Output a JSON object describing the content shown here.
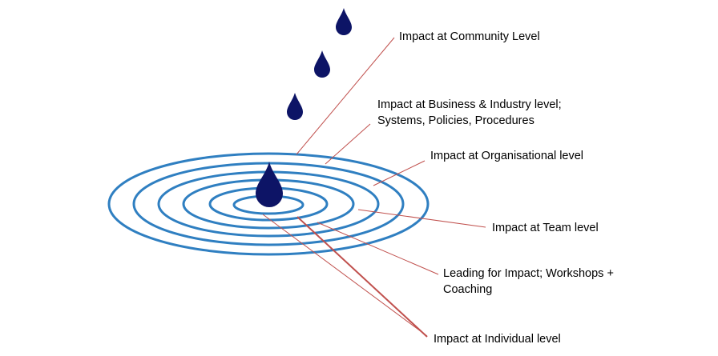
{
  "labels": {
    "community": "Impact at Community Level",
    "business_line1": "Impact at Business & Industry level;",
    "business_line2": "Systems, Policies, Procedures",
    "organisational": "Impact at Organisational level",
    "team": "Impact at Team level",
    "leading_line1": "Leading for Impact; Workshops +",
    "leading_line2": "Coaching",
    "individual": "Impact at Individual level"
  },
  "colors": {
    "ripple": "#2f7fc1",
    "drop": "#0d1466",
    "leader_line": "#c0504d",
    "text": "#000000"
  },
  "icons": {
    "drop": "water-drop-icon",
    "ripple": "ripple-rings"
  }
}
